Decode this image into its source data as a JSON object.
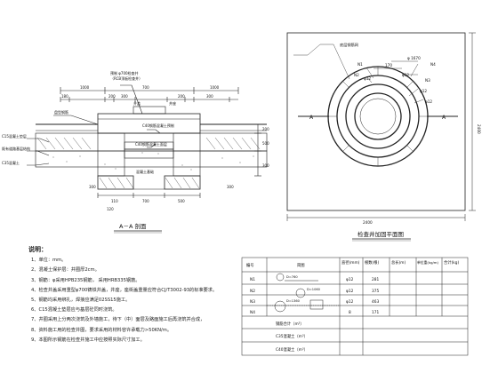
{
  "section_view": {
    "title": "A－A 剖面",
    "labels": {
      "pipe_cover": "预制 φ700检查井",
      "cover_beam": "（RCB顶板检查井）",
      "plaster": "盘型钢筋",
      "pave_top": "C40钢筋混凝土预制",
      "rebar_n": "C40钢筋混凝土面层",
      "c15_cushion": "C15混凝土垫层",
      "existing_road": "既有道路基层结构",
      "c35_base": "C35混凝土",
      "well_wall": "井盖",
      "well_seat": "井座",
      "drop": "混凝土基础"
    },
    "dims": {
      "top_1000_left": "1000",
      "top_1000_right": "1000",
      "top_180": "180",
      "top_700": "700",
      "top_200_a": "200",
      "top_200_b": "200",
      "top_300_a": "300",
      "top_300_b": "300",
      "right_200": "200",
      "right_500": "500",
      "right_300": "300",
      "bot_110": "110",
      "bot_500": "500",
      "bot_300": "300",
      "bot_700": "700",
      "bot_300b": "300",
      "bot_120": "120"
    }
  },
  "plan_view": {
    "title": "检查井加固平面图",
    "width_label": "2400",
    "height_label": "2400",
    "section_mark": "A",
    "leader_label": "底层钢筋网",
    "n_labels": [
      "N1",
      "N2",
      "N3",
      "N4"
    ],
    "bar_labels": [
      "φ12",
      "φ12",
      "φ12",
      "φ12"
    ],
    "ring_dims": [
      "970",
      "170",
      "1670"
    ],
    "outer_dia": "φ 1670"
  },
  "notes": {
    "title": "说明：",
    "items": [
      "1、单位：mm。",
      "2、混凝土保护层：井圈厚2cm。",
      "3、钢筋：φ采用HPB235钢筋，   采用HRB335钢筋。",
      "4、检查井盖采用重型φ700铸铁井盖，井座，座街盖重量应符合CJ/T3002-93的标准要求。",
      "5、钢筋均采用绑扎，焊接应满足02SS15施工。",
      "6、C15混凝土垫层应与基层砼同时浇筑。",
      "7、井圈采用上分两次浇筑及外墙施工，待下（中）面层及路面施工后再浇筑并合成，",
      "8、资料施工用的检查井图，要求采用的材料容许承载力>50KN/m。",
      "9、本图所示钢筋在检查井施工中应按照实际尺寸加工。"
    ]
  },
  "table": {
    "headers": [
      "编号",
      "简图",
      "直径(mm)",
      "根数(根)",
      "总长(m)",
      "单位重(kg/m)",
      "合计(kg)"
    ],
    "rows": [
      {
        "id": "N1",
        "sketch": "D=760",
        "dia": "φ12",
        "count": "281",
        "len": "",
        "unit": "",
        "total": ""
      },
      {
        "id": "N2",
        "sketch": "D=1060",
        "dia": "φ12",
        "count": "375",
        "len": "",
        "unit": "",
        "total": ""
      },
      {
        "id": "N3",
        "sketch": "D=1360",
        "dia": "φ12",
        "count": "463",
        "len": "",
        "unit": "",
        "total": ""
      },
      {
        "id": "N4",
        "sketch": "",
        "dia": "8",
        "count": "171",
        "len": "",
        "unit": "",
        "total": ""
      }
    ],
    "footer": [
      {
        "label": "钢筋合计（m³）",
        "value": ""
      },
      {
        "label": "C35混凝土（m³）",
        "value": ""
      },
      {
        "label": "C40混凝土（m³）",
        "value": ""
      }
    ]
  }
}
